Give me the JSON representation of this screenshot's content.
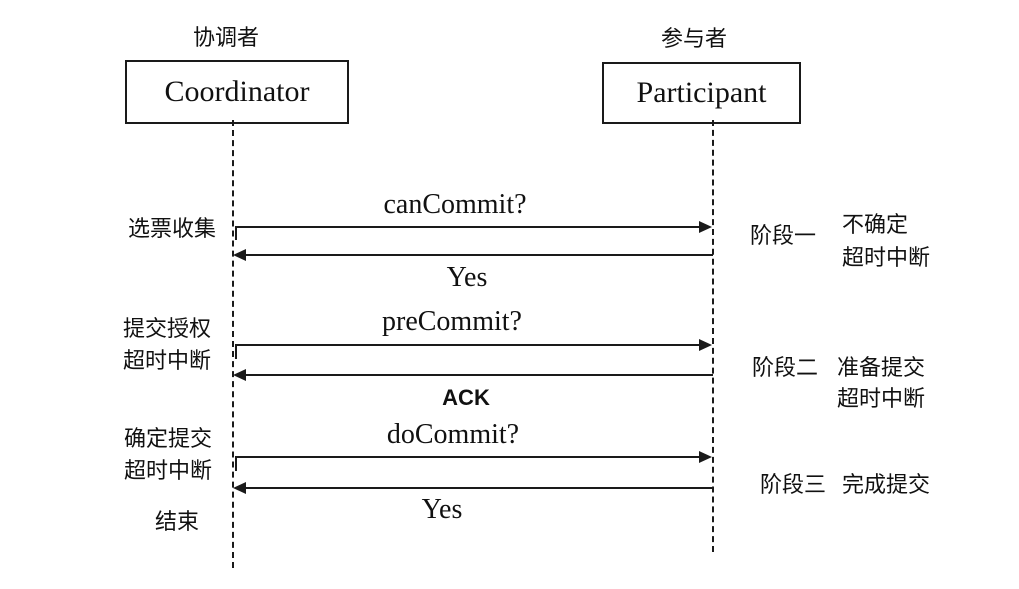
{
  "actors": {
    "coordinator": {
      "cn": "协调者",
      "en": "Coordinator"
    },
    "participant": {
      "cn": "参与者",
      "en": "Participant"
    }
  },
  "messages": [
    {
      "label": "canCommit?",
      "from": "coordinator",
      "to": "participant",
      "direction": "right"
    },
    {
      "label": "Yes",
      "from": "participant",
      "to": "coordinator",
      "direction": "left"
    },
    {
      "label": "preCommit?",
      "from": "coordinator",
      "to": "participant",
      "direction": "right"
    },
    {
      "label": "ACK",
      "from": "participant",
      "to": "coordinator",
      "direction": "left"
    },
    {
      "label": "doCommit?",
      "from": "coordinator",
      "to": "participant",
      "direction": "right"
    },
    {
      "label": "Yes",
      "from": "participant",
      "to": "coordinator",
      "direction": "left"
    }
  ],
  "left_labels": [
    {
      "lines": [
        "选票收集"
      ]
    },
    {
      "lines": [
        "提交授权",
        "超时中断"
      ]
    },
    {
      "lines": [
        "确定提交",
        "超时中断"
      ]
    },
    {
      "lines": [
        "结束"
      ]
    }
  ],
  "phases": [
    {
      "name": "阶段一",
      "desc_lines": [
        "不确定",
        "超时中断"
      ]
    },
    {
      "name": "阶段二",
      "desc_lines": [
        "准备提交",
        "超时中断"
      ]
    },
    {
      "name": "阶段三",
      "desc_lines": [
        "完成提交"
      ]
    }
  ],
  "colors": {
    "line": "#1a1a1a",
    "text": "#111111",
    "background": "#ffffff"
  }
}
